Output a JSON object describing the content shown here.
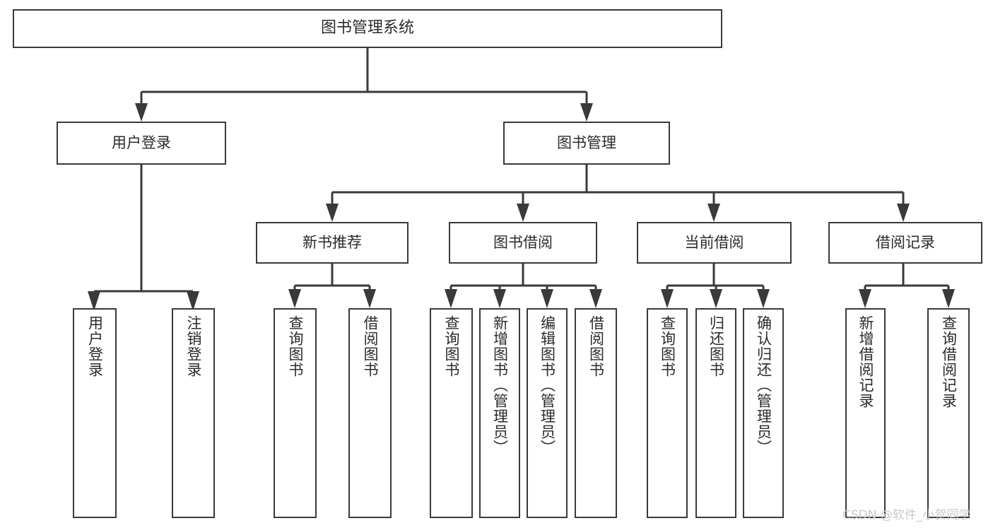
{
  "diagram": {
    "type": "hierarchy-tree",
    "title": "图书管理系统",
    "colors": {
      "background": "#ffffff",
      "box_border": "#3a3a3a",
      "box_fill": "#ffffff",
      "text": "#2b2b2b",
      "connector": "#3a3a3a",
      "watermark": "#c9c9c9"
    },
    "root": {
      "label": "图书管理系统"
    },
    "level1": [
      {
        "label": "用户登录"
      },
      {
        "label": "图书管理"
      }
    ],
    "level2": [
      {
        "label": "新书推荐"
      },
      {
        "label": "图书借阅"
      },
      {
        "label": "当前借阅"
      },
      {
        "label": "借阅记录"
      }
    ],
    "leaves": {
      "user_login": [
        {
          "label": "用户登录"
        },
        {
          "label": "注销登录"
        }
      ],
      "new_book_recommend": [
        {
          "label": "查询图书"
        },
        {
          "label": "借阅图书"
        }
      ],
      "book_borrow": [
        {
          "label": "查询图书"
        },
        {
          "label": "新增图书（管理员）"
        },
        {
          "label": "编辑图书（管理员）"
        },
        {
          "label": "借阅图书"
        }
      ],
      "current_borrow": [
        {
          "label": "查询图书"
        },
        {
          "label": "归还图书"
        },
        {
          "label": "确认归还（管理员）"
        }
      ],
      "borrow_record": [
        {
          "label": "新增借阅记录"
        },
        {
          "label": "查询借阅记录"
        }
      ]
    }
  },
  "watermark": {
    "text": "CSDN @软件_小贺同学"
  }
}
